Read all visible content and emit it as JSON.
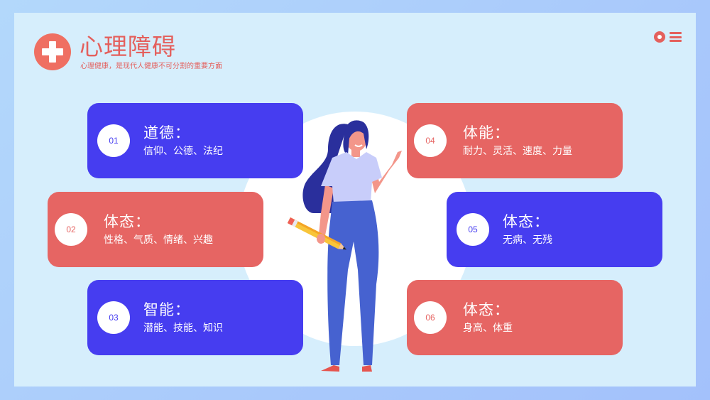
{
  "header": {
    "title": "心理障碍",
    "subtitle": "心理健康，是现代人健康不可分割的重要方面",
    "logo_icon": "plus-circle-icon",
    "top_right_icons": [
      "record-circle-icon",
      "menu-icon"
    ]
  },
  "colors": {
    "accent_red": "#e66563",
    "accent_blue": "#463df0",
    "title_red": "#e4605d",
    "panel_bg": "#d6eefc",
    "outer_bg": "#a9c9fb"
  },
  "cards": [
    {
      "number": "01",
      "heading": "道德：",
      "description": "信仰、公德、法纪",
      "color": "blue"
    },
    {
      "number": "02",
      "heading": "体态：",
      "description": "性格、气质、情绪、兴趣",
      "color": "red"
    },
    {
      "number": "03",
      "heading": "智能：",
      "description": "潜能、技能、知识",
      "color": "blue"
    },
    {
      "number": "04",
      "heading": "体能：",
      "description": "耐力、灵活、速度、力量",
      "color": "red"
    },
    {
      "number": "05",
      "heading": "体态：",
      "description": "无病、无残",
      "color": "blue"
    },
    {
      "number": "06",
      "heading": "体态：",
      "description": "身高、体重",
      "color": "red"
    }
  ],
  "illustration": {
    "subject": "woman-holding-pencil-pointing-up-illustration"
  }
}
